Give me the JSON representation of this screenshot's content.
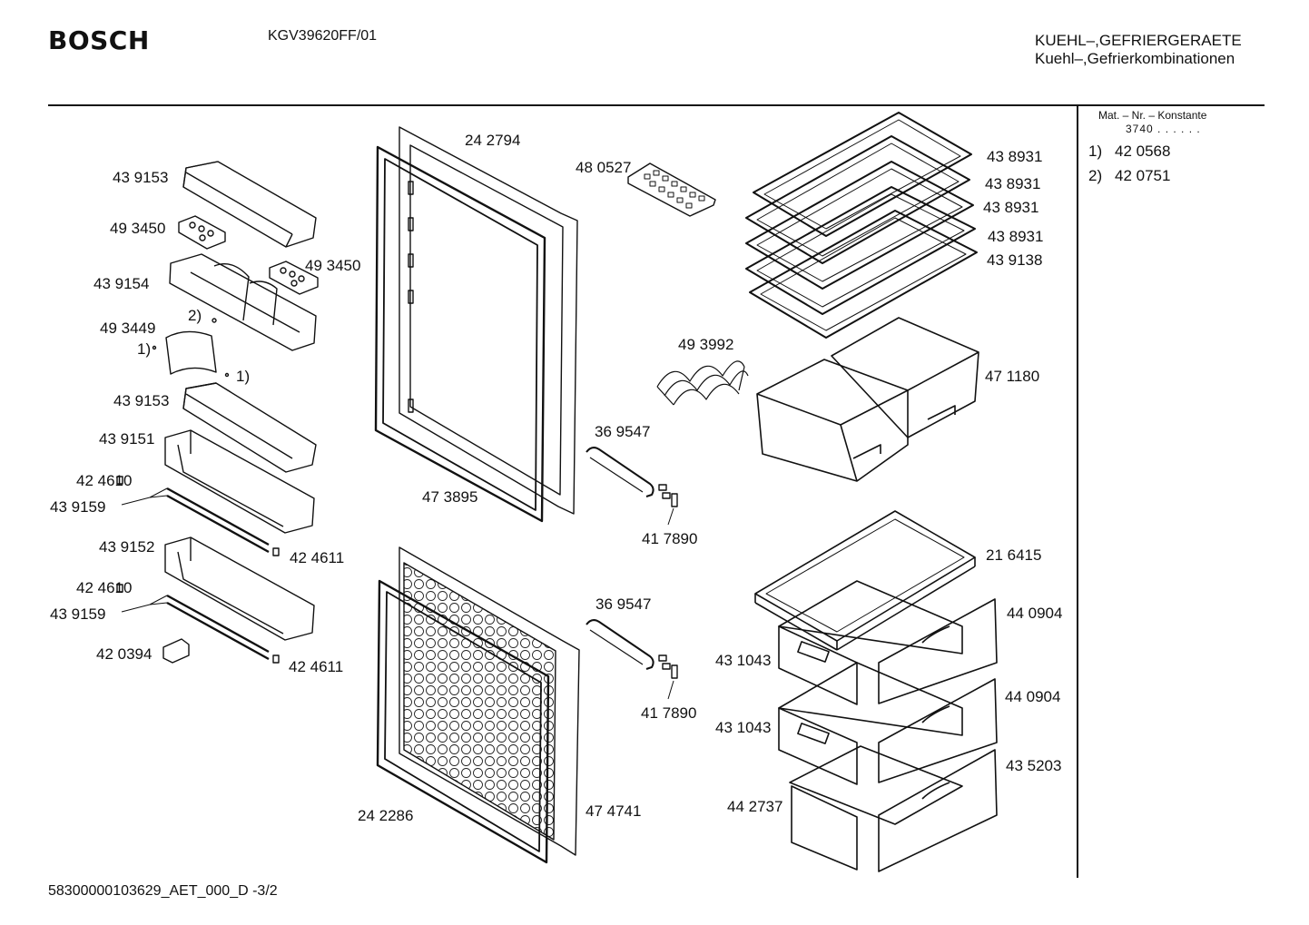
{
  "header": {
    "brand": "BOSCH",
    "model": "KGV39620FF/01",
    "category_line1": "KUEHL–,GEFRIERGERAETE",
    "category_line2": "Kuehl–,Gefrierkombinationen"
  },
  "sidebar": {
    "heading": "Mat. – Nr. – Konstante",
    "subheading": "3740  .  .  .  .  .  .",
    "variants": [
      {
        "marker": "1)",
        "part": "42 0568"
      },
      {
        "marker": "2)",
        "part": "42 0751"
      }
    ]
  },
  "labels": {
    "door_shelf_top": "43 9153",
    "egg_tray_left": "49 3450",
    "egg_tray_right": "49 3450",
    "bottle_shelf": "43 9154",
    "flap": "49 3449",
    "marker_2": "2)",
    "marker_1a": "1)",
    "marker_1b": "1)",
    "door_shelf_mid": "43 9153",
    "door_bin_upper": "43 9151",
    "clip_upper_left": "42 4610",
    "strip_upper": "43 9159",
    "clip_upper_right": "42 4611",
    "door_bin_lower": "43 9152",
    "clip_lower_left": "42 4610",
    "strip_lower": "43 9159",
    "clip_lower_right": "42 4611",
    "small_part": "42 0394",
    "upper_door": "24 2794",
    "upper_gasket": "47 3895",
    "ice_tray": "48 0527",
    "upper_handle": "36 9547",
    "upper_screws": "41 7890",
    "lower_handle": "36 9547",
    "lower_screws": "41 7890",
    "lower_gasket": "24 2286",
    "lower_door": "47 4741",
    "bottle_rack": "49 3992",
    "shelf_1": "43 8931",
    "shelf_2": "43 8931",
    "shelf_3": "43 8931",
    "shelf_4": "43 8931",
    "shelf_5": "43 9138",
    "crisper": "47 1180",
    "freezer_tray": "21 6415",
    "drawer_1": "44 0904",
    "drawer_1_front": "43 1043",
    "drawer_2": "44 0904",
    "drawer_2_front": "43 1043",
    "drawer_3": "43 5203",
    "drawer_3_body": "44 2737"
  },
  "footer": {
    "document_id": "58300000103629_AET_000_D -3/2"
  }
}
